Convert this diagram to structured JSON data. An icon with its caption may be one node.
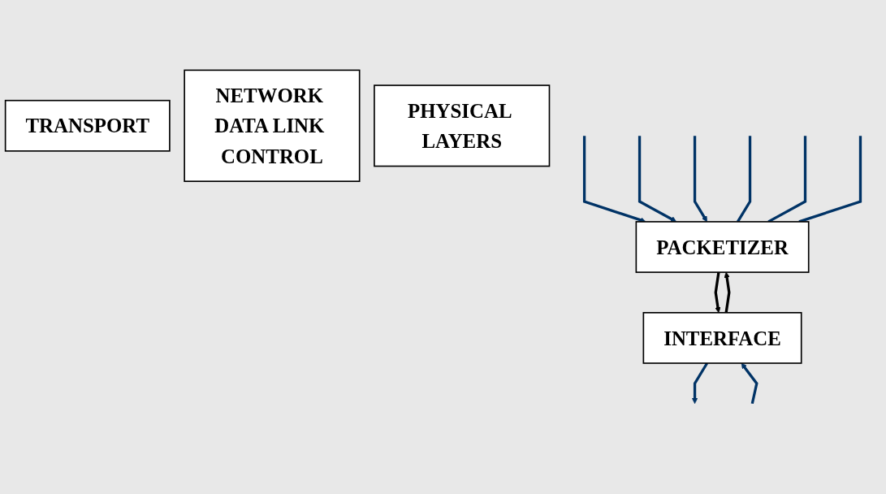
{
  "diagram": {
    "nodes": [
      {
        "text": [
          "PACKETIZER"
        ]
      },
      {
        "text": [
          "TRANSPORT"
        ]
      },
      {
        "text": [
          "NETWORK DATA LINK CONTROL"
        ]
      },
      {
        "text": [
          "INTERFACE"
        ]
      },
      {
        "text": [
          "PHYSICAL LAYERS"
        ]
      }
    ],
    "edges": [
      {
        "from": null,
        "to": 0,
        "arrow": "to"
      },
      {
        "from": null,
        "to": 0,
        "arrow": "to"
      },
      {
        "from": null,
        "to": 0,
        "arrow": "to"
      },
      {
        "from": 0,
        "to": null,
        "arrow": "none"
      },
      {
        "from": 0,
        "to": null,
        "arrow": "none"
      },
      {
        "from": 0,
        "to": null,
        "arrow": "none"
      },
      {
        "from": 0,
        "to": 3,
        "arrow": "to",
        "color": "#000000"
      },
      {
        "from": 3,
        "to": 0,
        "arrow": "to",
        "color": "#000000"
      },
      {
        "from": 3,
        "to": null,
        "arrow": "to"
      },
      {
        "from": null,
        "to": 3,
        "arrow": "to"
      }
    ]
  }
}
